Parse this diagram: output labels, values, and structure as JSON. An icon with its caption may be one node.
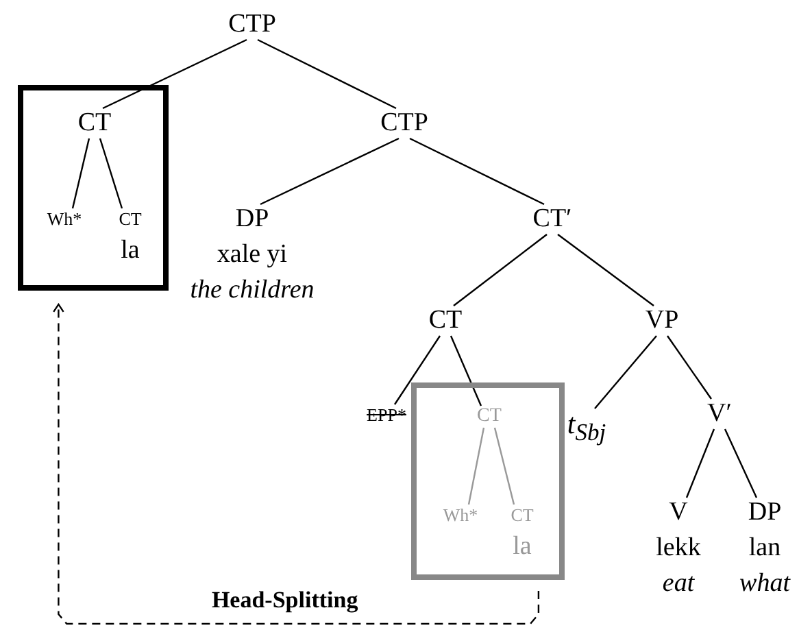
{
  "diagram": {
    "nodes": [
      {
        "text": [
          "CTP"
        ]
      },
      {
        "text": [],
        "shape": "box"
      },
      {
        "text": [
          "CT"
        ],
        "in": 1
      },
      {
        "text": [
          "Wh*"
        ],
        "in": 1
      },
      {
        "text": [
          "CT",
          "la"
        ],
        "in": 1
      },
      {
        "text": [
          "CTP"
        ]
      },
      {
        "text": [
          "DP",
          "xale yi",
          "the children"
        ]
      },
      {
        "text": [
          "CT′"
        ]
      },
      {
        "text": [
          "CT"
        ]
      },
      {
        "text": [
          "VP"
        ]
      },
      {
        "text": [
          "EPP*"
        ]
      },
      {
        "text": [],
        "shape": "box"
      },
      {
        "text": [
          "CT"
        ],
        "in": 11
      },
      {
        "text": [
          "Wh*"
        ],
        "in": 11
      },
      {
        "text": [
          "CT",
          "la"
        ],
        "in": 11
      },
      {
        "text": [
          "t$_{Sbj}$"
        ]
      },
      {
        "text": [
          "V′"
        ]
      },
      {
        "text": [
          "V",
          "lekk",
          "eat"
        ]
      },
      {
        "text": [
          "DP",
          "lan",
          "what"
        ]
      }
    ],
    "edges": [
      {
        "from": 0,
        "to": 2,
        "arrow": "none"
      },
      {
        "from": 0,
        "to": 5,
        "arrow": "none"
      },
      {
        "from": 2,
        "to": 3,
        "arrow": "none"
      },
      {
        "from": 2,
        "to": 4,
        "arrow": "none"
      },
      {
        "from": 5,
        "to": 6,
        "arrow": "none"
      },
      {
        "from": 5,
        "to": 7,
        "arrow": "none"
      },
      {
        "from": 7,
        "to": 8,
        "arrow": "none"
      },
      {
        "from": 7,
        "to": 9,
        "arrow": "none"
      },
      {
        "from": 8,
        "to": 10,
        "arrow": "none"
      },
      {
        "from": 8,
        "to": 12,
        "arrow": "none"
      },
      {
        "from": 12,
        "to": 13,
        "arrow": "none",
        "color": "#999999"
      },
      {
        "from": 12,
        "to": 14,
        "arrow": "none",
        "color": "#999999"
      },
      {
        "from": 9,
        "to": 15,
        "arrow": "none"
      },
      {
        "from": 9,
        "to": 16,
        "arrow": "none"
      },
      {
        "from": 16,
        "to": 17,
        "arrow": "none"
      },
      {
        "from": 16,
        "to": 18,
        "arrow": "none"
      },
      {
        "from": 11,
        "to": 1,
        "arrow": "to",
        "style": "dashed",
        "label": "Head-Splitting"
      }
    ]
  }
}
